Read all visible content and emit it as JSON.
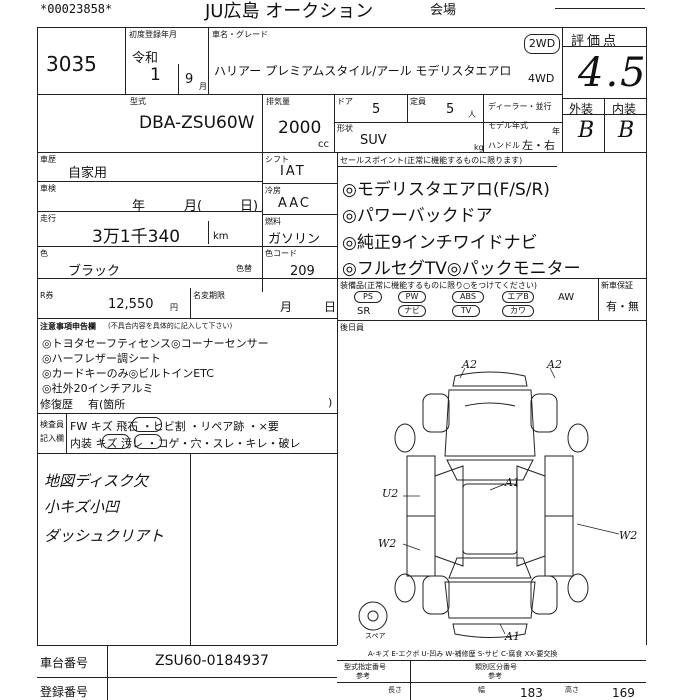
{
  "header": {
    "top_number": "*00023858*",
    "auction_name": "JU広島 オークション",
    "header_tail": "会場"
  },
  "lot": {
    "number": "3035"
  },
  "registration": {
    "label": "初度登録年月",
    "era": "令和",
    "year": "1",
    "month": "9",
    "month_unit": "月"
  },
  "car": {
    "name_label": "車名・グレード",
    "name": "ハリアー プレミアムスタイル/アール モデリスタエアロ",
    "drive_2wd": "2WD",
    "drive_4wd": "4WD",
    "model_label": "型式",
    "model": "DBA-ZSU60W",
    "displacement_label": "排気量",
    "displacement": "2000",
    "displacement_unit": "cc",
    "doors_label": "ドア",
    "doors": "5",
    "capacity_label": "定員",
    "capacity": "5",
    "capacity_unit": "人",
    "dealer_label": "ディーラー・並行",
    "model_year_label": "モデル年式",
    "model_year_unit": "年",
    "shape_label": "形状",
    "shape": "SUV",
    "handle_label": "ハンドル",
    "handle_value": "左・右",
    "kg_label": "kg"
  },
  "grade": {
    "score_label": "評価点",
    "score": "4.5",
    "exterior_label": "外装",
    "exterior": "B",
    "interior_label": "内装",
    "interior": "B"
  },
  "details": {
    "use_label": "車歴",
    "use": "自家用",
    "inspection_label": "車検",
    "inspection_year": "年",
    "inspection_month": "月(",
    "inspection_day": "日)",
    "mileage_label": "走行",
    "mileage": "3万1千340",
    "mileage_unit": "km",
    "color_label": "色",
    "color": "ブラック",
    "color_no_label": "色替",
    "recycle_label": "R券",
    "recycle": "12,550",
    "recycle_unit": "円",
    "title_change_label": "名変期限",
    "title_change_month": "月",
    "title_change_day": "日",
    "shift_label": "シフト",
    "shift": "IAT",
    "ac_label": "冷房",
    "ac": "AAC",
    "fuel_label": "燃料",
    "fuel": "ガソリン",
    "color_code_label": "色コード",
    "color_code": "209"
  },
  "sales_points": {
    "label": "セールスポイント(正常に機能するものに限ります)",
    "items": [
      "◎モデリスタエアロ(F/S/R)",
      "◎パワーバックドア",
      "◎純正9インチワイドナビ",
      "◎フルセグTV◎パックモニター"
    ]
  },
  "equipment": {
    "label": "装備品(正常に機能するものに限り○をつけてください)",
    "row1": [
      "PS",
      "PW",
      "ABS",
      "エアB",
      "AW"
    ],
    "row2": [
      "SR",
      "ナビ",
      "TV",
      "カワ"
    ],
    "new_car_label": "新車保証",
    "new_car_value": "有・無"
  },
  "notes": {
    "label": "注意事項申告欄",
    "sub_label": "(不具合内容を具体的に記入して下さい)",
    "items": [
      "◎トヨタセーフティセンス◎コーナーセンサー",
      "◎ハーフレザー調シート",
      "◎カードキーのみ◎ビルトインETC",
      "◎社外20インチアルミ"
    ],
    "repair_label": "修復歴",
    "repair_value": "有(箇所",
    "repair_close": ")"
  },
  "inspector": {
    "label1": "検査員",
    "label2": "記入欄",
    "row1": "FW キズ 飛石 ・ヒビ割 ・リペア跡 ・×要",
    "row2": "内装 キズ 汚レ ・コゲ・穴・スレ・キレ・破レ",
    "handwritten": [
      "地図ディスク欠",
      "小キズ小凹",
      "ダッシュクリアト"
    ]
  },
  "diagram": {
    "back_label": "後日員",
    "marks": [
      "A2",
      "A2",
      "U2",
      "A1",
      "W2",
      "W2",
      "A1"
    ],
    "spare_label": "スペア",
    "legend": "A-キズ E-エクボ U-凹み W-補修歴 S-サビ C-腐食 XX-要交換"
  },
  "footer": {
    "chassis_label": "車台番号",
    "chassis": "ZSU60-0184937",
    "plate_label": "登録番号",
    "dimension_label": "型式指定番号",
    "class_label": "類別区分番号",
    "dimension_ref": "参考",
    "length_label": "長さ",
    "width_label": "幅",
    "width": "183",
    "height_label": "高さ",
    "height": "169"
  }
}
